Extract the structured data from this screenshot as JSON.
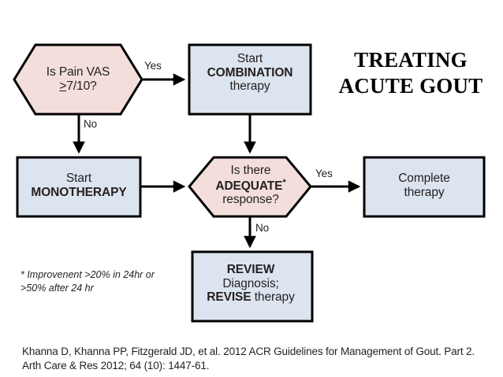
{
  "title": {
    "line1": "TREATING",
    "line2": "ACUTE GOUT"
  },
  "nodes": {
    "pain_vas": {
      "shape": "hexagon",
      "fill": "#f3dedb",
      "line1": "Is Pain VAS",
      "line2_prefix": ">",
      "line2_rest": "7/10?"
    },
    "combination": {
      "shape": "rectangle",
      "fill": "#dce4ef",
      "line1": "Start",
      "line2": "COMBINATION",
      "line3": "therapy"
    },
    "monotherapy": {
      "shape": "rectangle",
      "fill": "#dce4ef",
      "line1": "Start",
      "line2": "MONOTHERAPY"
    },
    "adequate": {
      "shape": "hexagon",
      "fill": "#f3dedb",
      "line1": "Is there",
      "line2": "ADEQUATE",
      "line2_sup": "*",
      "line3": "response?"
    },
    "complete": {
      "shape": "rectangle",
      "fill": "#dce4ef",
      "line1": "Complete",
      "line2": "therapy"
    },
    "review": {
      "shape": "rectangle",
      "fill": "#dce4ef",
      "line1": "REVIEW",
      "line2": "Diagnosis;",
      "line3_bold": "REVISE",
      "line3_rest": " therapy"
    }
  },
  "edges": {
    "vas_yes": "Yes",
    "vas_no": "No",
    "adequate_yes": "Yes",
    "adequate_no": "No"
  },
  "footnote": "* Improvenent >20% in 24hr or >50% after 24 hr",
  "citation": "Khanna D, Khanna PP, Fitzgerald JD, et al. 2012 ACR Guidelines for Management of Gout. Part 2. Arth Care & Res 2012; 64 (10): 1447-61.",
  "colors": {
    "decision_fill": "#f3dedb",
    "process_fill": "#dce4ef",
    "stroke": "#000000",
    "text": "#231f20"
  }
}
